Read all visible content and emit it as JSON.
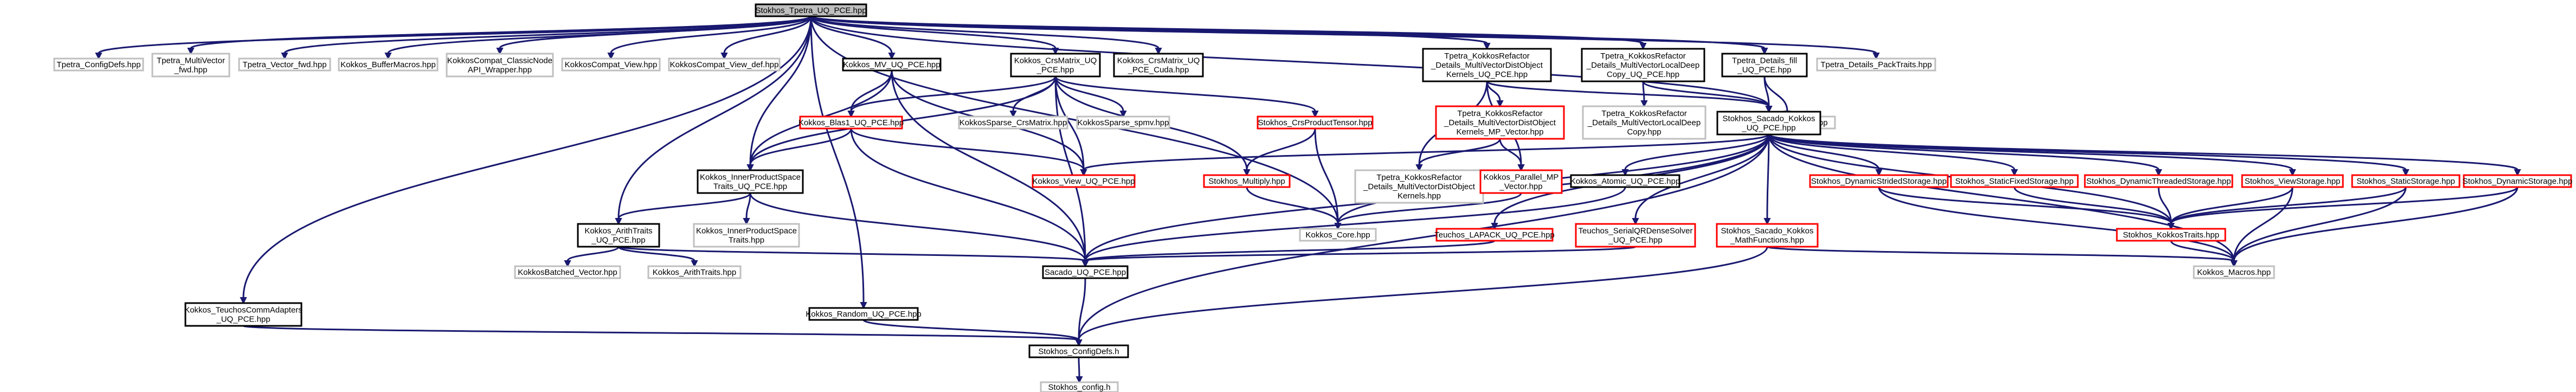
{
  "style": {
    "edge_color": "#191970",
    "root_fill": "#bfbfbf",
    "border_dark": "#000000",
    "border_red": "#ff0000",
    "border_gray": "#bfbfbf"
  },
  "nodes": [
    {
      "id": "root",
      "lines": [
        "Stokhos_Tpetra_UQ_PCE.hpp"
      ],
      "kind": "root"
    },
    {
      "id": "tpetra_configdefs",
      "lines": [
        "Tpetra_ConfigDefs.hpp"
      ],
      "kind": "gray"
    },
    {
      "id": "tpetra_multivector_fwd",
      "lines": [
        "Tpetra_MultiVector",
        "_fwd.hpp"
      ],
      "kind": "gray"
    },
    {
      "id": "tpetra_vector_fwd",
      "lines": [
        "Tpetra_Vector_fwd.hpp"
      ],
      "kind": "gray"
    },
    {
      "id": "kokkos_buffermacros",
      "lines": [
        "Kokkos_BufferMacros.hpp"
      ],
      "kind": "gray"
    },
    {
      "id": "kokkoscompat_classicnode",
      "lines": [
        "KokkosCompat_ClassicNode",
        "API_Wrapper.hpp"
      ],
      "kind": "gray"
    },
    {
      "id": "kokkoscompat_view",
      "lines": [
        "KokkosCompat_View.hpp"
      ],
      "kind": "gray"
    },
    {
      "id": "kokkoscompat_view_def",
      "lines": [
        "KokkosCompat_View_def.hpp"
      ],
      "kind": "gray"
    },
    {
      "id": "kokkos_mv_uq_pce",
      "lines": [
        "Kokkos_MV_UQ_PCE.hpp"
      ],
      "kind": "black"
    },
    {
      "id": "kokkos_crsmatrix_uq_pce",
      "lines": [
        "Kokkos_CrsMatrix_UQ",
        "_PCE.hpp"
      ],
      "kind": "black"
    },
    {
      "id": "kokkos_crsmatrix_uq_pce_cuda",
      "lines": [
        "Kokkos_CrsMatrix_UQ",
        "_PCE_Cuda.hpp"
      ],
      "kind": "black"
    },
    {
      "id": "tpetra_kokkosrefactor_mvdo_kernels_uq",
      "lines": [
        "Tpetra_KokkosRefactor",
        "_Details_MultiVectorDistObject",
        "Kernels_UQ_PCE.hpp"
      ],
      "kind": "black"
    },
    {
      "id": "tpetra_kokkosrefactor_mvlocaldeepcopy_uq",
      "lines": [
        "Tpetra_KokkosRefactor",
        "_Details_MultiVectorLocalDeep",
        "Copy_UQ_PCE.hpp"
      ],
      "kind": "black"
    },
    {
      "id": "tpetra_details_fill_uq",
      "lines": [
        "Tpetra_Details_fill",
        "_UQ_PCE.hpp"
      ],
      "kind": "black"
    },
    {
      "id": "tpetra_details_packtraits",
      "lines": [
        "Tpetra_Details_PackTraits.hpp"
      ],
      "kind": "gray"
    },
    {
      "id": "kokkos_blas1_uq",
      "lines": [
        "Kokkos_Blas1_UQ_PCE.hpp"
      ],
      "kind": "red"
    },
    {
      "id": "kokkossparse_crsmatrix",
      "lines": [
        "KokkosSparse_CrsMatrix.hpp"
      ],
      "kind": "gray"
    },
    {
      "id": "kokkossparse_spmv",
      "lines": [
        "KokkosSparse_spmv.hpp"
      ],
      "kind": "gray"
    },
    {
      "id": "stokhos_crsproducttensor",
      "lines": [
        "Stokhos_CrsProductTensor.hpp"
      ],
      "kind": "red"
    },
    {
      "id": "tpetra_kokkosrefactor_kernels_mp",
      "lines": [
        "Tpetra_KokkosRefactor",
        "_Details_MultiVectorDistObject",
        "Kernels_MP_Vector.hpp"
      ],
      "kind": "red"
    },
    {
      "id": "tpetra_kokkosrefactor_mvlocaldeepcopy",
      "lines": [
        "Tpetra_KokkosRefactor",
        "_Details_MultiVectorLocalDeep",
        "Copy.hpp"
      ],
      "kind": "gray"
    },
    {
      "id": "tpetra_details_fill",
      "lines": [
        "Tpetra_Details_fill.hpp"
      ],
      "kind": "gray"
    },
    {
      "id": "stokhos_sacado_kokkos_uq",
      "lines": [
        "Stokhos_Sacado_Kokkos",
        "_UQ_PCE.hpp"
      ],
      "kind": "black"
    },
    {
      "id": "kokkos_innerproductspace_traits_uq",
      "lines": [
        "Kokkos_InnerProductSpace",
        "Traits_UQ_PCE.hpp"
      ],
      "kind": "black"
    },
    {
      "id": "kokkos_view_uq",
      "lines": [
        "Kokkos_View_UQ_PCE.hpp"
      ],
      "kind": "red"
    },
    {
      "id": "stokhos_multiply",
      "lines": [
        "Stokhos_Multiply.hpp"
      ],
      "kind": "red"
    },
    {
      "id": "tpetra_kokkosrefactor_kernels",
      "lines": [
        "Tpetra_KokkosRefactor",
        "_Details_MultiVectorDistObject",
        "Kernels.hpp"
      ],
      "kind": "gray"
    },
    {
      "id": "kokkos_parallel_mp",
      "lines": [
        "Kokkos_Parallel_MP",
        "_Vector.hpp"
      ],
      "kind": "red"
    },
    {
      "id": "kokkos_atomic_uq",
      "lines": [
        "Kokkos_Atomic_UQ_PCE.hpp"
      ],
      "kind": "black"
    },
    {
      "id": "stokhos_dynamicstridedstorage",
      "lines": [
        "Stokhos_DynamicStridedStorage.hpp"
      ],
      "kind": "red"
    },
    {
      "id": "stokhos_staticfixedstorage",
      "lines": [
        "Stokhos_StaticFixedStorage.hpp"
      ],
      "kind": "red"
    },
    {
      "id": "stokhos_dynamicthreadedstorage",
      "lines": [
        "Stokhos_DynamicThreadedStorage.hpp"
      ],
      "kind": "red"
    },
    {
      "id": "stokhos_viewstorage",
      "lines": [
        "Stokhos_ViewStorage.hpp"
      ],
      "kind": "red"
    },
    {
      "id": "stokhos_staticstorage",
      "lines": [
        "Stokhos_StaticStorage.hpp"
      ],
      "kind": "red"
    },
    {
      "id": "stokhos_dynamicstorage",
      "lines": [
        "Stokhos_DynamicStorage.hpp"
      ],
      "kind": "red"
    },
    {
      "id": "kokkos_arithtraits_uq",
      "lines": [
        "Kokkos_ArithTraits",
        "_UQ_PCE.hpp"
      ],
      "kind": "black"
    },
    {
      "id": "kokkos_innerproductspace_traits",
      "lines": [
        "Kokkos_InnerProductSpace",
        "Traits.hpp"
      ],
      "kind": "gray"
    },
    {
      "id": "kokkos_core",
      "lines": [
        "Kokkos_Core.hpp"
      ],
      "kind": "gray"
    },
    {
      "id": "teuchos_lapack_uq",
      "lines": [
        "Teuchos_LAPACK_UQ_PCE.hpp"
      ],
      "kind": "red"
    },
    {
      "id": "teuchos_serialqrdensesolver_uq",
      "lines": [
        "Teuchos_SerialQRDenseSolver",
        "_UQ_PCE.hpp"
      ],
      "kind": "red"
    },
    {
      "id": "stokhos_sacado_kokkos_mathfunctions",
      "lines": [
        "Stokhos_Sacado_Kokkos",
        "_MathFunctions.hpp"
      ],
      "kind": "red"
    },
    {
      "id": "stokhos_kokkostraits",
      "lines": [
        "Stokhos_KokkosTraits.hpp"
      ],
      "kind": "red"
    },
    {
      "id": "kokkos_macros",
      "lines": [
        "Kokkos_Macros.hpp"
      ],
      "kind": "gray"
    },
    {
      "id": "kokkosbatched_vector",
      "lines": [
        "KokkosBatched_Vector.hpp"
      ],
      "kind": "gray"
    },
    {
      "id": "kokkos_arithtraits",
      "lines": [
        "Kokkos_ArithTraits.hpp"
      ],
      "kind": "gray"
    },
    {
      "id": "sacado_uq_pce",
      "lines": [
        "Sacado_UQ_PCE.hpp"
      ],
      "kind": "black"
    },
    {
      "id": "kokkos_teuchoscommadapters_uq",
      "lines": [
        "Kokkos_TeuchosCommAdapters",
        "_UQ_PCE.hpp"
      ],
      "kind": "black"
    },
    {
      "id": "kokkos_random_uq",
      "lines": [
        "Kokkos_Random_UQ_PCE.hpp"
      ],
      "kind": "black"
    },
    {
      "id": "stokhos_configdefs",
      "lines": [
        "Stokhos_ConfigDefs.h"
      ],
      "kind": "black"
    },
    {
      "id": "stokhos_config",
      "lines": [
        "Stokhos_config.h"
      ],
      "kind": "gray"
    }
  ]
}
